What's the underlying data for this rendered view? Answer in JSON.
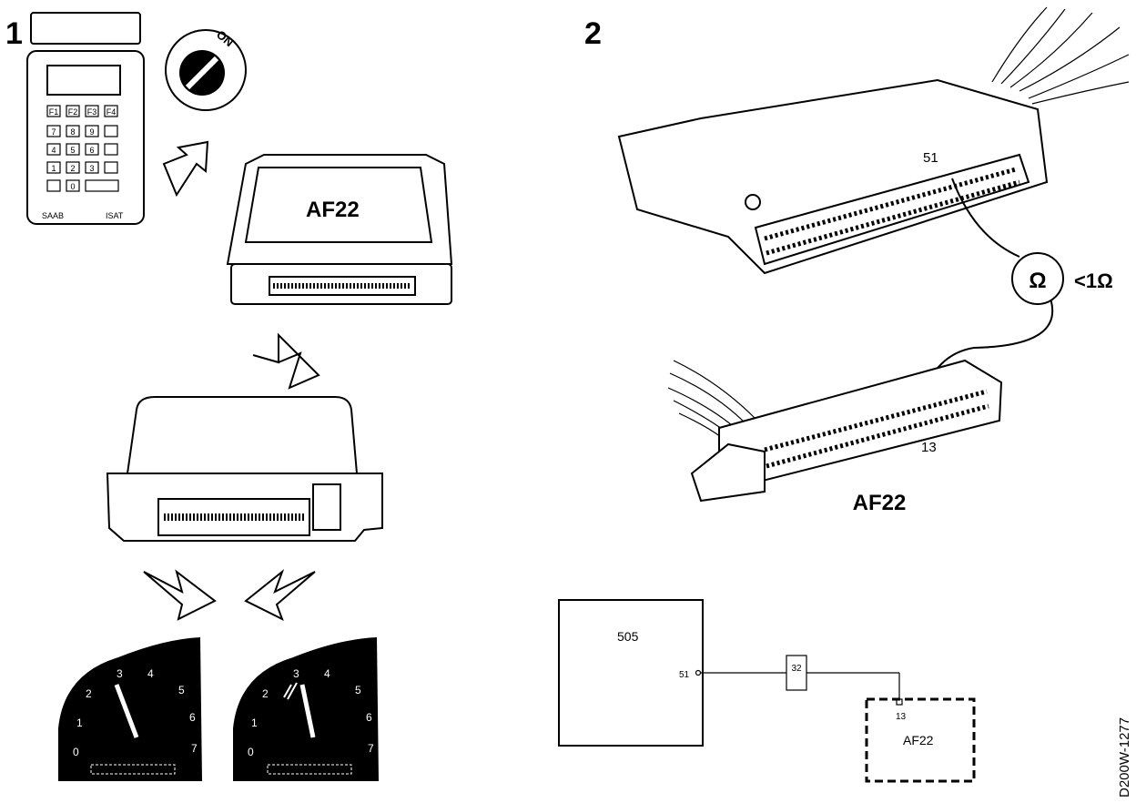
{
  "panel1": {
    "step_number": "1",
    "key_switch_label": "ON",
    "tester": {
      "brand": "SAAB",
      "model": "ISAT",
      "keys": [
        "F1",
        "F2",
        "F3",
        "F4",
        "7",
        "8",
        "9",
        "4",
        "5",
        "6",
        "1",
        "2",
        "3",
        "0"
      ]
    },
    "ecu_label": "AF22",
    "tacho_scale": [
      "0",
      "1",
      "2",
      "3",
      "4",
      "5",
      "6",
      "7"
    ]
  },
  "panel2": {
    "step_number": "2",
    "pin_upper": "51",
    "pin_lower": "13",
    "ohm_symbol": "Ω",
    "resistance_spec": "<1Ω",
    "connector_label": "AF22"
  },
  "schematic": {
    "box_505": "505",
    "pin_51": "51",
    "connector_32": "32",
    "pin_13": "13",
    "box_af22": "AF22"
  },
  "figure_id": "D200W-1277"
}
